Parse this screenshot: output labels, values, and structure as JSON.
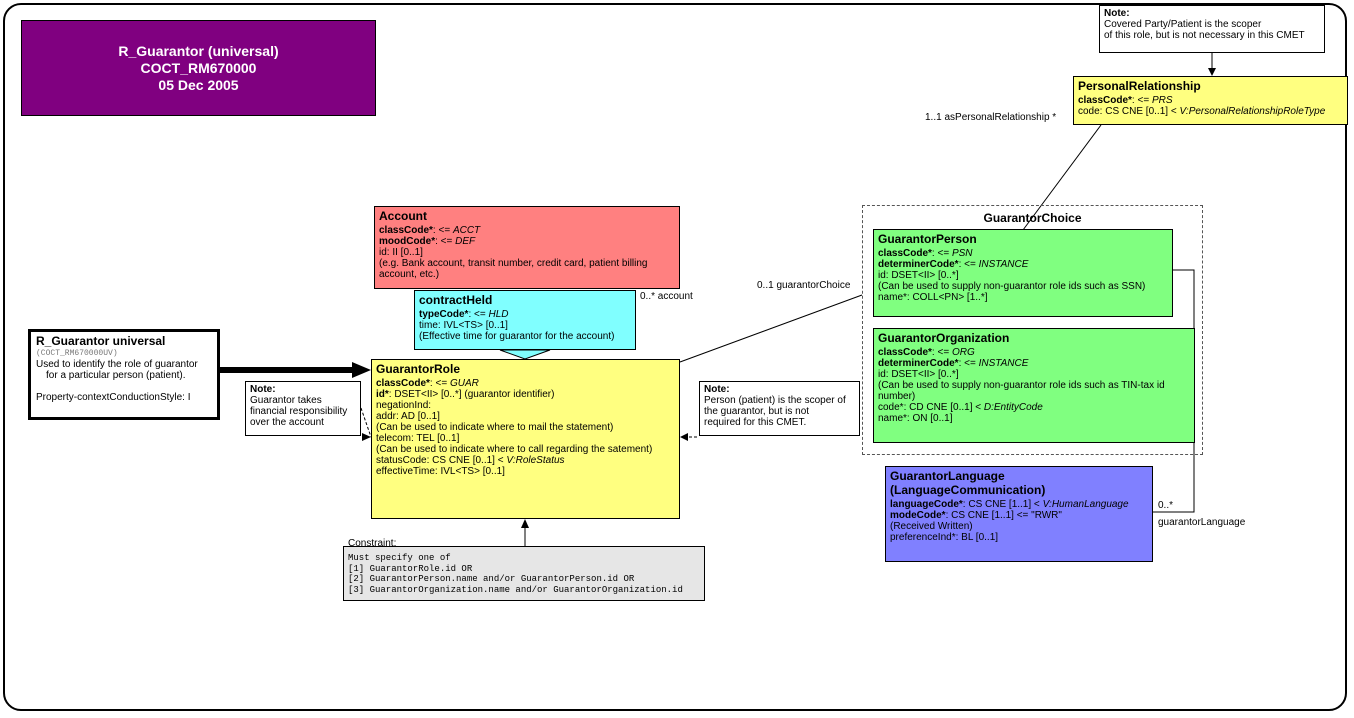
{
  "header": {
    "title_line1": "R_Guarantor (universal)",
    "title_line2": "COCT_RM670000",
    "title_line3": "05 Dec 2005"
  },
  "entry_point": {
    "title": "R_Guarantor universal",
    "code": "(COCT_RM670000UV)",
    "desc_line1": "Used to identify the role of guarantor",
    "desc_line2": "for a particular person (patient).",
    "style": "Property-contextConductionStyle: I"
  },
  "account": {
    "title": "Account",
    "class_code_label": "classCode*",
    "class_code_rest": ": <= ",
    "class_code_val": "ACCT",
    "mood_code_label": "moodCode*",
    "mood_code_rest": ": <= ",
    "mood_code_val": "DEF",
    "id": "id: II [0..1]",
    "id_desc1": " (e.g. Bank account, transit number, credit card, patient billing",
    "id_desc2": " account, etc.)"
  },
  "contract_held": {
    "title": "contractHeld",
    "type_code_label": "typeCode*",
    "type_code_rest": ": <= ",
    "type_code_val": "HLD",
    "time": "time: IVL<TS> [0..1]",
    "time_desc": " (Effective time for guarantor for the account)"
  },
  "guarantor_role": {
    "title": "GuarantorRole",
    "class_code_label": "classCode*",
    "class_code_rest": ": <= ",
    "class_code_val": "GUAR",
    "id_label": "id*",
    "id_rest": ": DSET<II> [0..*] (guarantor identifier)",
    "negation": "negationInd:",
    "addr": "addr: AD [0..1]",
    "addr_desc": " (Can be used to indicate where to mail the statement)",
    "telecom": "telecom: TEL [0..1]",
    "telecom_desc": " (Can be used to indicate where to call regarding the satement)",
    "status_code": "statusCode: CS CNE [0..1] < ",
    "status_code_val": "V:RoleStatus",
    "effective_time": "effectiveTime: IVL<TS> [0..1]"
  },
  "note_guarantor": {
    "head": "Note:",
    "line1": "Guarantor takes",
    "line2": "financial responsibility",
    "line3": "over the account"
  },
  "note_person": {
    "head": "Note:",
    "line1": "Person (patient) is the scoper of",
    "line2": "the guarantor, but is not",
    "line3": "required for this CMET."
  },
  "note_covered": {
    "head": "Note:",
    "line1": "Covered Party/Patient is the scoper",
    "line2": "of this role, but is not necessary in this CMET"
  },
  "constraint": {
    "label": "Constraint:",
    "line1": "Must specify one of",
    "line2": "[1] GuarantorRole.id OR",
    "line3": "[2] GuarantorPerson.name and/or GuarantorPerson.id OR",
    "line4": "[3] GuarantorOrganization.name and/or GuarantorOrganization.id"
  },
  "personal_relationship": {
    "title": "PersonalRelationship",
    "class_code_label": "classCode*",
    "class_code_rest": ": <= ",
    "class_code_val": "PRS",
    "code": "code: CS CNE [0..1] < ",
    "code_val": "V:PersonalRelationshipRoleType"
  },
  "guarantor_choice": {
    "title": "GuarantorChoice"
  },
  "guarantor_person": {
    "title": "GuarantorPerson",
    "class_code_label": "classCode*",
    "class_code_rest": ": <= ",
    "class_code_val": "PSN",
    "det_code_label": "determinerCode*",
    "det_code_rest": ": <= ",
    "det_code_val": "INSTANCE",
    "id": "id: DSET<II> [0..*]",
    "id_desc": " (Can be used to supply non-guarantor role ids such as SSN)",
    "name": "name*: COLL<PN> [1..*]"
  },
  "guarantor_org": {
    "title": "GuarantorOrganization",
    "class_code_label": "classCode*",
    "class_code_rest": ": <= ",
    "class_code_val": "ORG",
    "det_code_label": "determinerCode*",
    "det_code_rest": ": <= ",
    "det_code_val": "INSTANCE",
    "id": "id: DSET<II> [0..*]",
    "id_desc1": " (Can be used to supply non-guarantor role ids such as TIN-tax id",
    "id_desc2": " number)",
    "code": "code*: CD CNE [0..1] < ",
    "code_val": "D:EntityCode",
    "name": "name*: ON [0..1]"
  },
  "guarantor_language": {
    "title1": "GuarantorLanguage",
    "title2": "(LanguageCommunication)",
    "lang_label": "languageCode*",
    "lang_rest": ": CS CNE [1..1] < ",
    "lang_val": "V:HumanLanguage",
    "mode_label": "modeCode*",
    "mode_rest": ": CS CNE [1..1] <= \"RWR\"",
    "mode_desc": " (Received Written)",
    "pref": "preferenceInd*: BL [0..1]"
  },
  "labels": {
    "account_assoc": "0..* account",
    "choice_assoc": "0..1 guarantorChoice",
    "rel_assoc": "1..1 asPersonalRelationship  *",
    "lang_mult": "0..*",
    "lang_assoc": "guarantorLanguage"
  },
  "colors": {
    "title_bg": "#800080",
    "account_bg": "#ff8080",
    "contract_bg": "#80ffff",
    "role_bg": "#ffff80",
    "choice_bg": "#80ff80",
    "language_bg": "#8080ff",
    "constraint_bg": "#e6e6e6"
  }
}
